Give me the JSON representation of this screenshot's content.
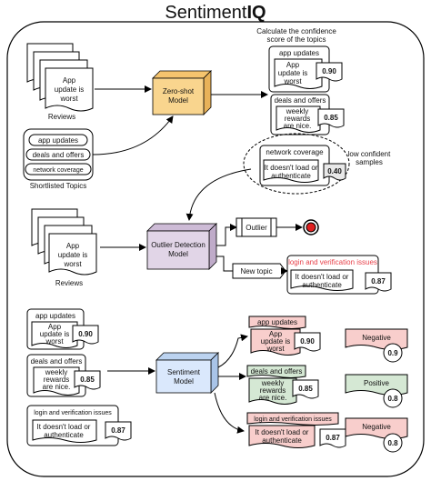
{
  "title": {
    "text": "Sentiment",
    "bold": "IQ"
  },
  "top_section": {
    "reviews_label": "Reviews",
    "review_text": [
      "App",
      "update is",
      "worst"
    ],
    "shortlisted": {
      "label": "Shortlisted Topics",
      "topics": [
        "app updates",
        "deals and offers",
        "network coverage"
      ]
    },
    "zero_shot": [
      "Zero-shot",
      "Model"
    ],
    "confidence_caption": [
      "Calculate the confidence",
      "score of the topics"
    ],
    "results": [
      {
        "topic": "app updates",
        "text": [
          "App",
          "update is",
          "worst"
        ],
        "score": "0.90"
      },
      {
        "topic": "deals and offers",
        "text": [
          "weekly",
          "rewards",
          "are nice."
        ],
        "score": "0.85"
      }
    ],
    "low_conf": {
      "topic": "network coverage",
      "text": [
        "It doesn't load or",
        "authenticate"
      ],
      "score": "0.40",
      "caption": [
        "low confident",
        "samples"
      ]
    }
  },
  "middle_section": {
    "reviews_label": "Reviews",
    "review_text": [
      "App",
      "update is",
      "worst"
    ],
    "outlier_model": [
      "Outlier Detection",
      "Model"
    ],
    "outlier_label": "Outlier",
    "new_topic_label": "New topic",
    "new_topic": {
      "topic": "login and verification issues",
      "text": [
        "It doesn't load or",
        "authenticate"
      ],
      "score": "0.87"
    }
  },
  "bottom_section": {
    "inputs": [
      {
        "topic": "app updates",
        "text": [
          "App",
          "update is",
          "worst"
        ],
        "score": "0.90"
      },
      {
        "topic": "deals and offers",
        "text": [
          "weekly",
          "rewards",
          "are nice."
        ],
        "score": "0.85"
      },
      {
        "topic": "login and verification issues",
        "text": [
          "It doesn't load or",
          "authenticate"
        ],
        "score": "0.87"
      }
    ],
    "sentiment_model": [
      "Sentiment",
      "Model"
    ],
    "outputs": [
      {
        "topic": "app updates",
        "text": [
          "App",
          "update is",
          "worst"
        ],
        "score": "0.90",
        "sentiment": "Negative",
        "sentiment_score": "0.9"
      },
      {
        "topic": "deals and offers",
        "text": [
          "weekly",
          "rewards",
          "are nice."
        ],
        "score": "0.85",
        "sentiment": "Positive",
        "sentiment_score": "0.8"
      },
      {
        "topic": "login and verification issues",
        "text": [
          "It doesn't load or",
          "authenticate"
        ],
        "score": "0.87",
        "sentiment": "Negative",
        "sentiment_score": "0.8"
      }
    ]
  },
  "colors": {
    "zero_shot_fill": "#f9d58e",
    "outlier_fill": "#e1d5e7",
    "sentiment_fill": "#dae8fc",
    "negative_fill": "#f8cecc",
    "positive_fill": "#d5e8d4",
    "red_text": "#e8424b"
  }
}
